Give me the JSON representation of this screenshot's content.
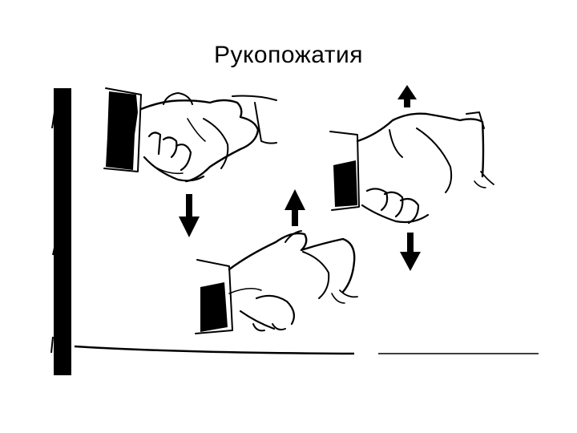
{
  "slide": {
    "title": "Рукопожатия"
  },
  "illustration": {
    "subject": "handshake-drawings",
    "style": "black-ink-line-art",
    "panels": [
      {
        "name": "dominant-handshake",
        "arrow": "down"
      },
      {
        "name": "submissive-handshake",
        "arrow": "up"
      },
      {
        "name": "equal-handshake",
        "arrows": [
          "up",
          "down"
        ]
      }
    ]
  },
  "colors": {
    "ink": "#000000",
    "background": "#ffffff"
  }
}
